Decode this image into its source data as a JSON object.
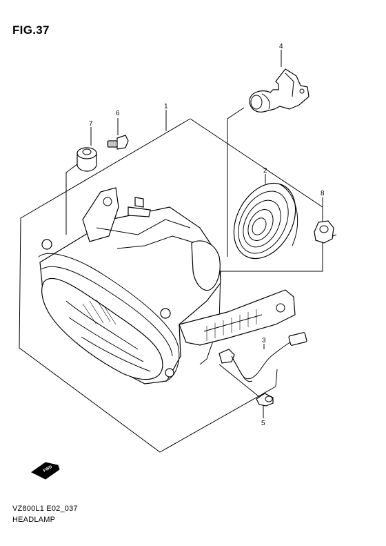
{
  "figure": {
    "title": "FIG.37"
  },
  "footer": {
    "code": "VZ800L1 E02_037",
    "name": "HEADLAMP"
  },
  "callouts": [
    "1",
    "2",
    "3",
    "4",
    "5",
    "6",
    "7",
    "8"
  ],
  "fwd_label": "FWD"
}
